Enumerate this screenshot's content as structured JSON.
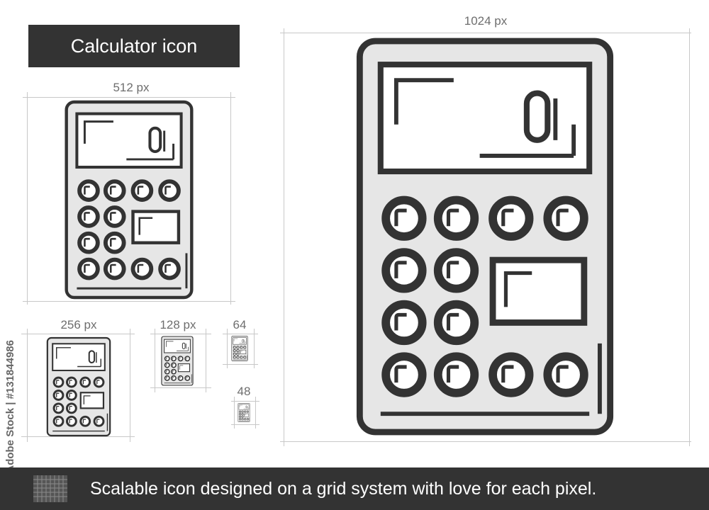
{
  "title": "Calculator icon",
  "sizes": {
    "s1024": "1024 px",
    "s512": "512 px",
    "s256": "256 px",
    "s128": "128 px",
    "s64": "64",
    "s48": "48"
  },
  "display_digit": "0",
  "watermark": "Adobe Stock | #131844986",
  "footer": {
    "tagline": "Scalable icon designed on a grid system with love for each pixel."
  },
  "colors": {
    "stroke": "#333333",
    "fill": "#e6e6e6",
    "banner": "#333333",
    "guide": "#c8c8c8"
  },
  "icons": {
    "main": "calculator-icon",
    "footer": "pixel-grid-icon"
  }
}
